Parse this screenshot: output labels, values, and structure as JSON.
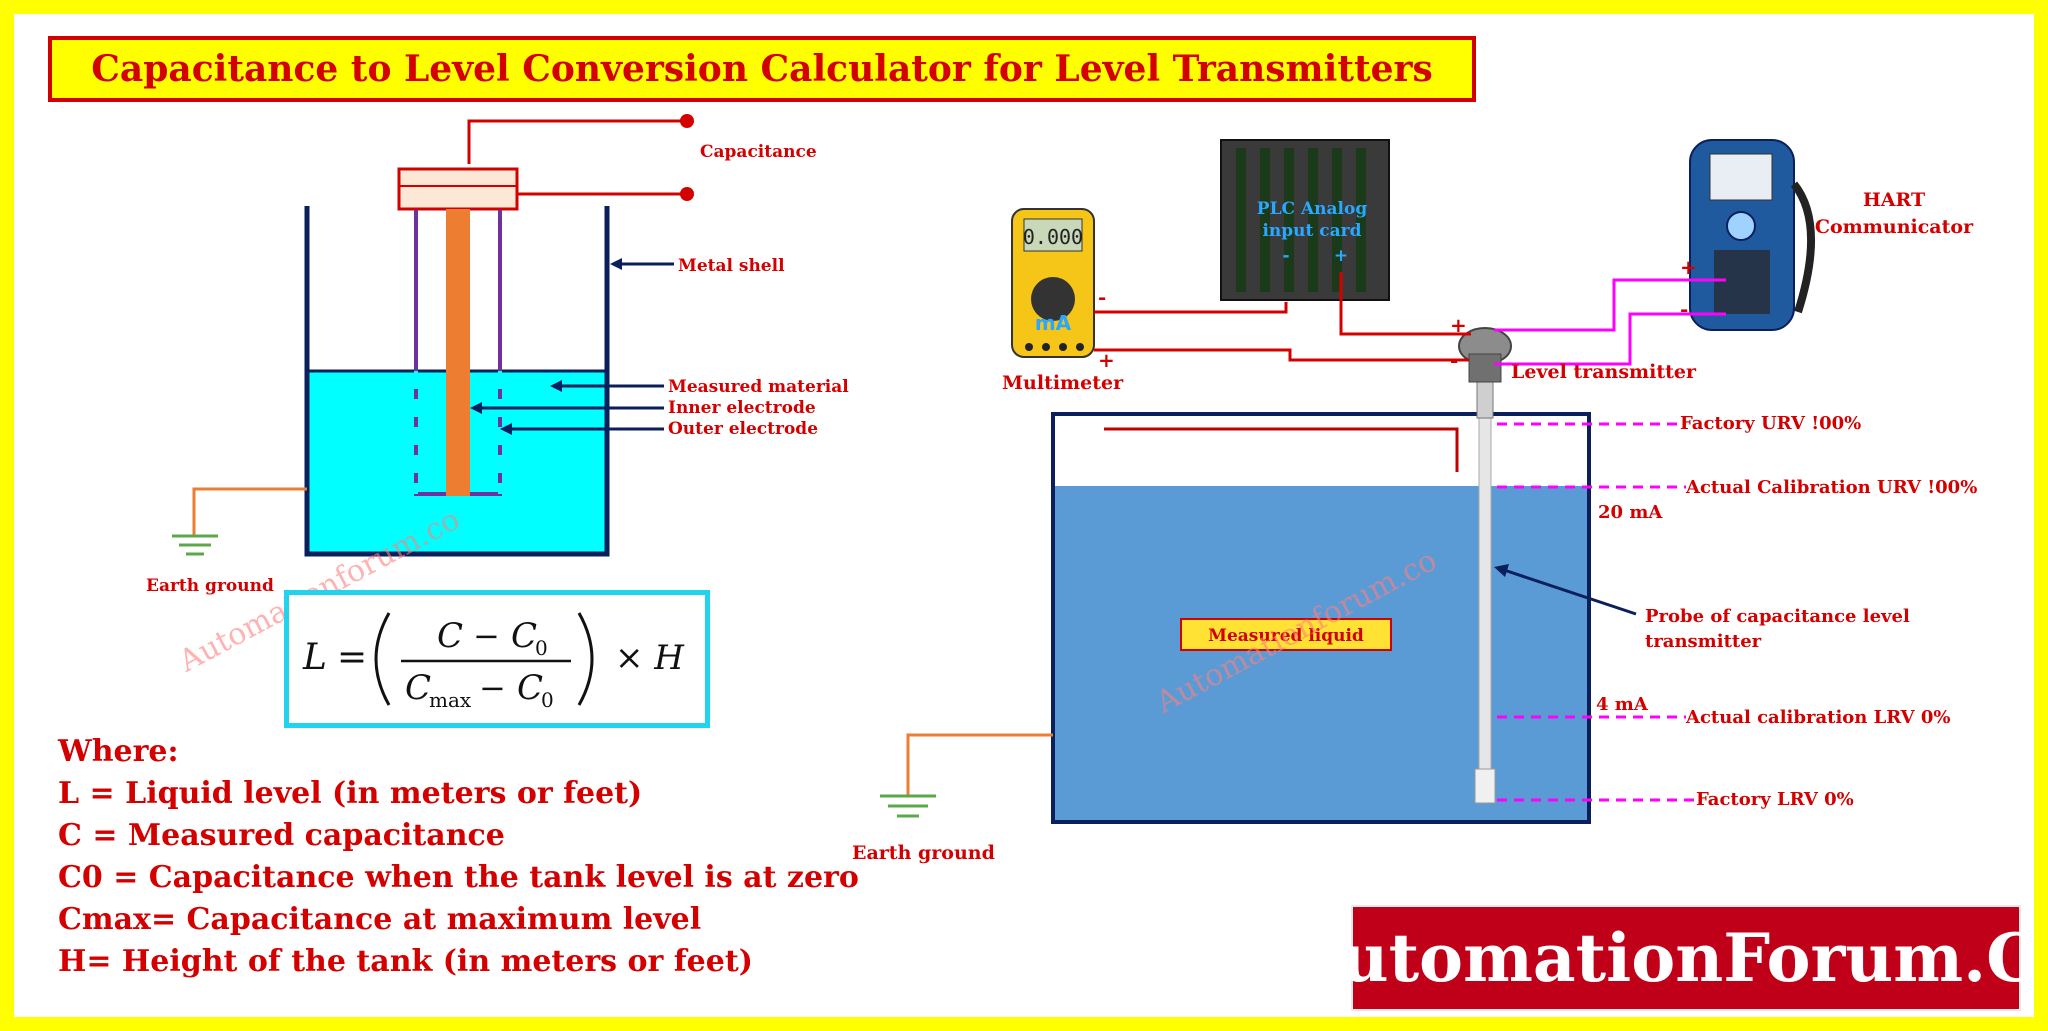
{
  "title": "Capacitance to Level Conversion Calculator for Level Transmitters",
  "left_diagram": {
    "capacitance": "Capacitance",
    "metal_shell": "Metal shell",
    "measured_material": "Measured material",
    "inner_electrode": "Inner electrode",
    "outer_electrode": "Outer electrode",
    "earth_ground": "Earth ground"
  },
  "right_diagram": {
    "multimeter": "Multimeter",
    "multimeter_display": "0.000",
    "multimeter_unit": "mA",
    "plc_card_line1": "PLC Analog",
    "plc_card_line2": "input card",
    "hart_line1": "HART",
    "hart_line2": "Communicator",
    "level_transmitter": "Level transmitter",
    "factory_urv": "Factory URV !00%",
    "actual_urv": "Actual Calibration URV !00%",
    "ma20": "20 mA",
    "probe_line1": "Probe of capacitance  level",
    "probe_line2": "transmitter",
    "measured_liquid": "Measured liquid",
    "ma4": "4 mA",
    "actual_lrv": "Actual calibration LRV 0%",
    "factory_lrv": "Factory LRV 0%",
    "earth_ground": "Earth ground",
    "plus": "+",
    "minus": "-"
  },
  "watermark": "Automationforum.co",
  "formula": {
    "lhs": "L",
    "num_c": "C",
    "num_minus": "−",
    "num_c0": "C",
    "sub0": "0",
    "den_cmax": "C",
    "sub_max": "max",
    "den_minus": "−",
    "den_c0": "C",
    "times": "× H"
  },
  "where": [
    "Where:",
    "L = Liquid level (in meters or feet)",
    "C = Measured capacitance",
    "C0 = Capacitance when the tank level is at zero",
    "Cmax= Capacitance at maximum level",
    "H= Height of the tank (in meters or feet)"
  ],
  "brand": "AutomationForum.Co",
  "colors": {
    "accent_red": "#d40000",
    "frame_yellow": "#ffff00",
    "cyan_liquid": "#00ffff",
    "tank_blue": "#5b9bd5",
    "navy": "#0a1f5c",
    "magenta": "#ff00ff",
    "brand_red": "#c00018"
  }
}
